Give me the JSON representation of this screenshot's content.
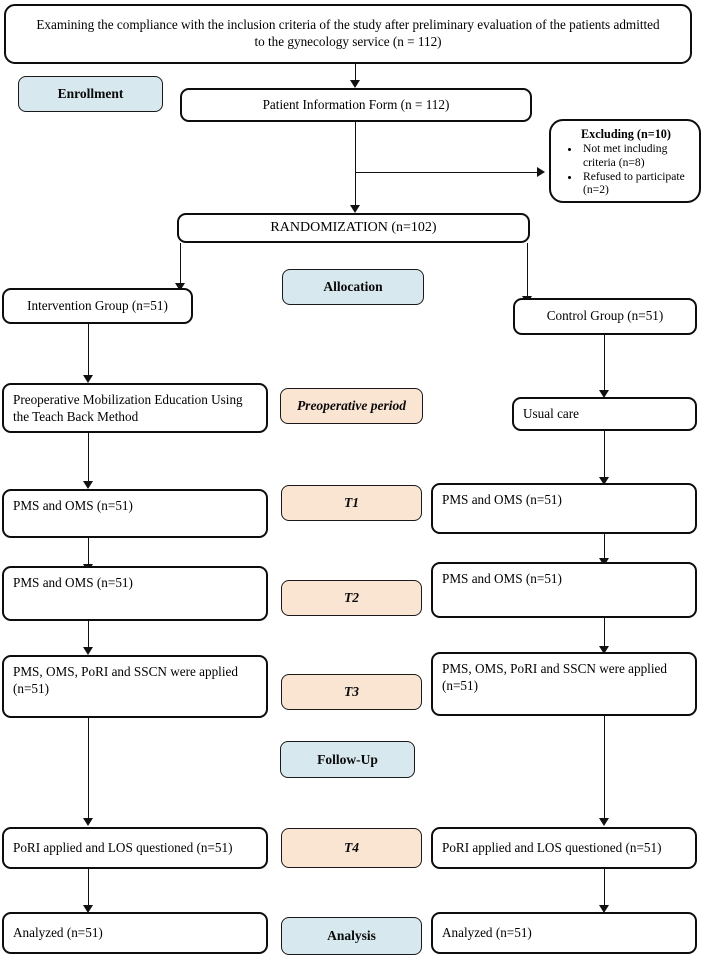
{
  "diagram": {
    "type": "consort-flow-diagram",
    "colors": {
      "phase_enrollment": "#d7e8ee",
      "phase_allocation": "#d7e8ee",
      "phase_followup": "#d7e8ee",
      "phase_analysis": "#d7e8ee",
      "timepoint_chip": "#fae4d2",
      "box_border": "#0d0d0d",
      "box_fill": "#ffffff",
      "text": "#000000"
    },
    "header": {
      "text": "Examining the compliance with the inclusion criteria of the study after preliminary evaluation of the patients admitted to the gynecology service (n = 112)"
    },
    "phases": {
      "enrollment": "Enrollment",
      "allocation": "Allocation",
      "followup": "Follow-Up",
      "analysis": "Analysis"
    },
    "timepoints": {
      "preoperative": "Preoperative period",
      "t1": "T1",
      "t2": "T2",
      "t3": "T3",
      "t4": "T4"
    },
    "enrollment": {
      "patient_form": "Patient Information Form (n = 112)",
      "randomization": "RANDOMIZATION (n=102)",
      "excluding": {
        "title": "Excluding (n=10)",
        "reasons": [
          "Not met including criteria (n=8)",
          "Refused to participate (n=2)"
        ]
      }
    },
    "arms": {
      "intervention": {
        "group": "Intervention Group (n=51)",
        "preoperative": "Preoperative Mobilization Education Using the Teach Back Method",
        "t1": "PMS and OMS (n=51)",
        "t2": "PMS and OMS (n=51)",
        "t3": "PMS, OMS, PoRI and SSCN were applied (n=51)",
        "t4": "PoRI applied and LOS questioned (n=51)",
        "analysis": "Analyzed (n=51)"
      },
      "control": {
        "group": "Control Group (n=51)",
        "preoperative": "Usual care",
        "t1": "PMS and OMS (n=51)",
        "t2": "PMS and OMS (n=51)",
        "t3": "PMS, OMS, PoRI and SSCN were applied (n=51)",
        "t4": "PoRI applied and LOS questioned (n=51)",
        "analysis": "Analyzed (n=51)"
      }
    }
  }
}
